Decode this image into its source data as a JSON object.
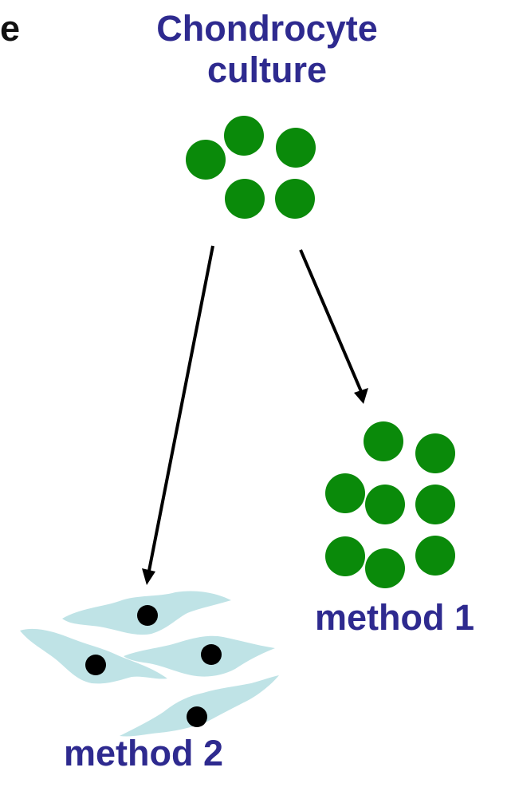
{
  "title": {
    "line1": "Chondrocyte",
    "line2": "culture"
  },
  "edge_text": "e",
  "method1_label": "method 1",
  "method2_label": "method 2",
  "colors": {
    "label": "#2e2a8f",
    "chondrocyte": "#0a8a0a",
    "fibroblast": "#bfe3e6",
    "nucleus": "#000000",
    "arrow": "#000000"
  }
}
